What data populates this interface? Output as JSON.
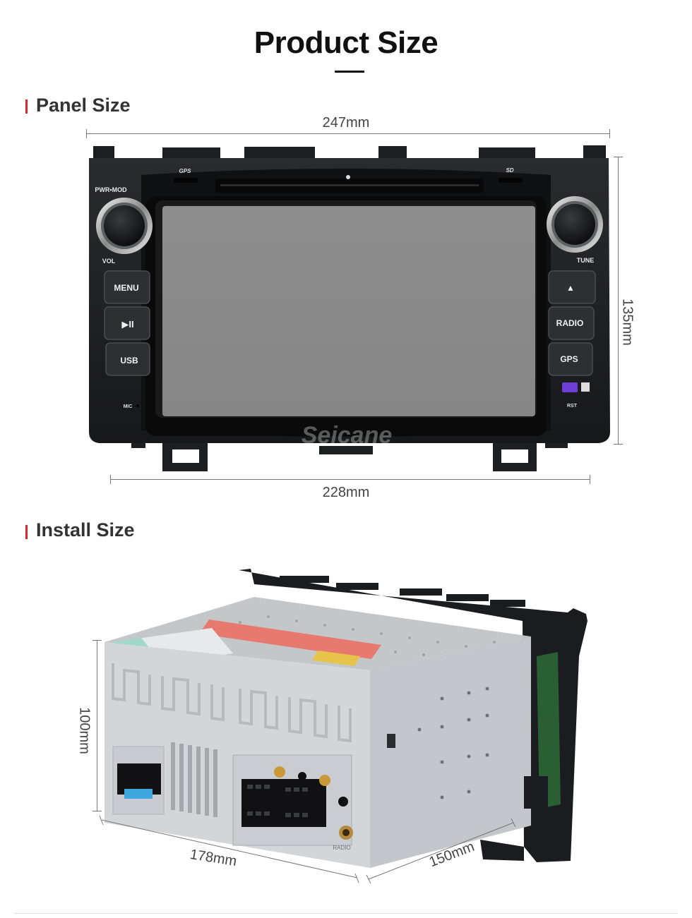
{
  "header": {
    "title": "Product Size"
  },
  "panel_section": {
    "title": "Panel Size",
    "width_top": "247mm",
    "width_bottom": "228mm",
    "height": "135mm",
    "labels": {
      "gps_slot": "GPS",
      "sd_slot": "SD",
      "pwr_mod": "PWR•MOD",
      "vol": "VOL",
      "tune": "TUNE",
      "menu": "MENU",
      "play_pause": "▶II",
      "usb": "USB",
      "mic": "MIC",
      "eject": "▲",
      "radio": "RADIO",
      "gps": "GPS",
      "rst": "RST",
      "watermark": "Seicane"
    }
  },
  "install_section": {
    "title": "Install Size",
    "height": "100mm",
    "width": "178mm",
    "depth": "150mm",
    "labels": {
      "radio_port": "RADIO"
    }
  },
  "colors": {
    "accent_mark": "#d8282a",
    "bezel": "#1c1d20",
    "screen": "#8c8c8c",
    "chassis": "#c9cccf"
  }
}
